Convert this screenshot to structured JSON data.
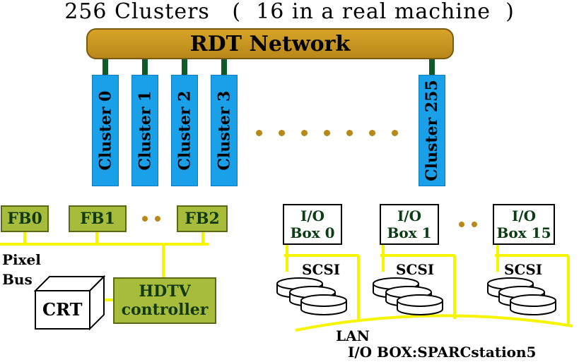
{
  "title": "256 Clusters   (  16 in a real machine  )",
  "network": {
    "label": "RDT Network"
  },
  "clusters": [
    "Cluster 0",
    "Cluster 1",
    "Cluster 2",
    "Cluster 3",
    "Cluster 255"
  ],
  "frame_buffers": [
    "FB0",
    "FB1",
    "FB2"
  ],
  "pixel_bus": {
    "line1": "Pixel",
    "line2": "Bus"
  },
  "crt": {
    "label": "CRT"
  },
  "hdtv": {
    "line1": "HDTV",
    "line2": "controller"
  },
  "io_boxes": [
    {
      "line1": "I/O",
      "line2": "Box 0"
    },
    {
      "line1": "I/O",
      "line2": "Box 1"
    },
    {
      "line1": "I/O",
      "line2": "Box 15"
    }
  ],
  "scsi_label": "SCSI",
  "lan": {
    "label": "LAN"
  },
  "footnote": "I/O BOX:SPARCstation5",
  "colors": {
    "network": "#c8961e",
    "cluster": "#1aa0e8",
    "stem": "#0f5a2a",
    "fb": "#a8bc3c",
    "bus": "#f5f500"
  }
}
